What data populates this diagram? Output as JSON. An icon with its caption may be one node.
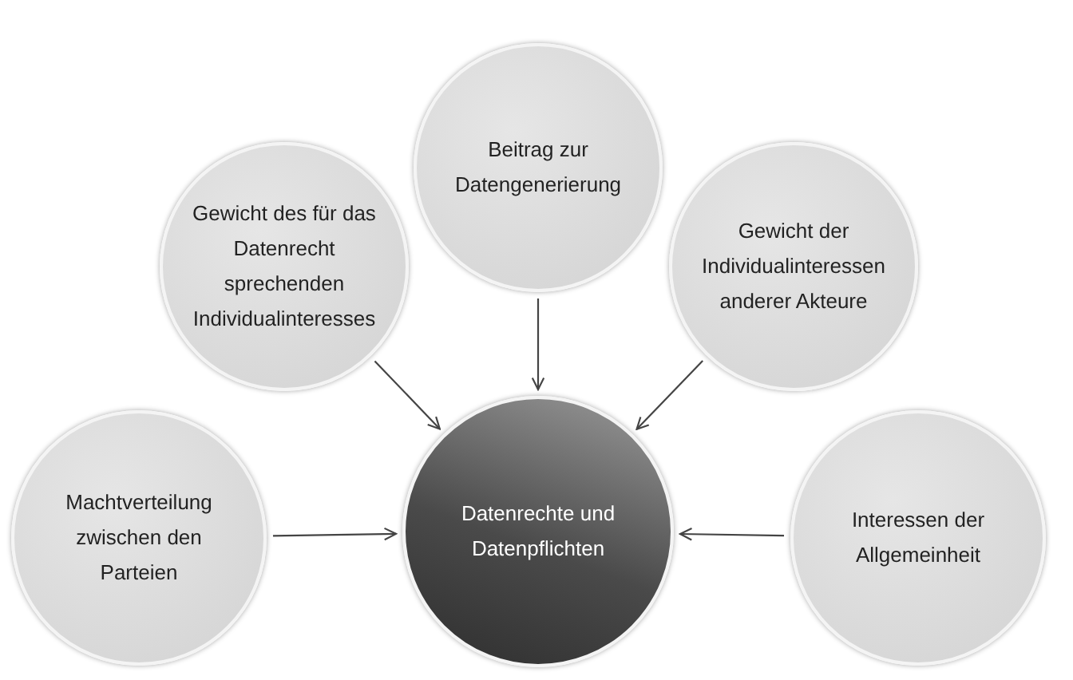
{
  "diagram": {
    "nodes": [
      {
        "text": [
          "Beitrag zur Datengenerierung"
        ]
      },
      {
        "text": [
          "Gewicht des für das Datenrecht sprechenden Individualinteresses"
        ]
      },
      {
        "text": [
          "Gewicht der Individualinteressen anderer Akteure"
        ]
      },
      {
        "text": [
          "Machtverteilung zwischen den Parteien"
        ]
      },
      {
        "text": [
          "Datenrechte und Datenpflichten"
        ]
      },
      {
        "text": [
          "Interessen der Allgemeinheit"
        ]
      }
    ],
    "edges": [
      {
        "from": 0,
        "to": 4,
        "arrow": "to"
      },
      {
        "from": 1,
        "to": 4,
        "arrow": "to"
      },
      {
        "from": 2,
        "to": 4,
        "arrow": "to"
      },
      {
        "from": 3,
        "to": 4,
        "arrow": "to"
      },
      {
        "from": 5,
        "to": 4,
        "arrow": "to"
      }
    ]
  }
}
